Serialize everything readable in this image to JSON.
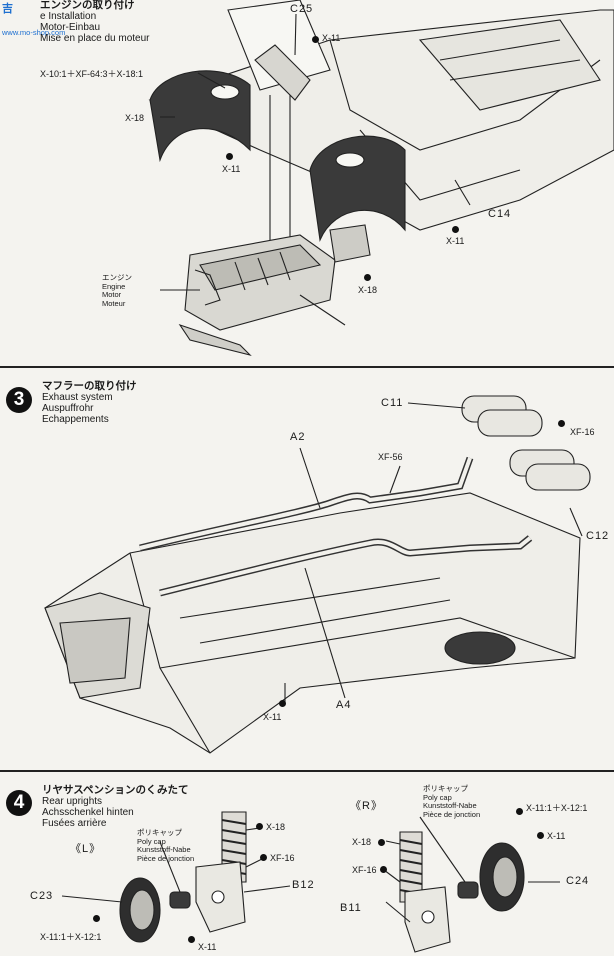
{
  "watermark": {
    "mark": "吉",
    "site": "www.mo-shop.com"
  },
  "step2": {
    "title_jp": "エンジンの取り付け",
    "title_en": "e Installation",
    "title_de": "Motor-Einbau",
    "title_fr": "Mise en place du moteur",
    "labels": {
      "c25": "C25",
      "x11_top": "X-11",
      "mix": "X-10:1＋XF-64:3＋X-18:1",
      "x18_left": "X-18",
      "x11_left": "X-11",
      "c14": "C14",
      "x11_right": "X-11",
      "x18_bottom": "X-18"
    },
    "engine_label": {
      "jp": "エンジン",
      "en": "Engine",
      "de": "Motor",
      "fr": "Moteur"
    }
  },
  "step3": {
    "number": "3",
    "title_jp": "マフラーの取り付け",
    "title_en": "Exhaust system",
    "title_de": "Auspuffrohr",
    "title_fr": "Echappements",
    "labels": {
      "c11": "C11",
      "xf16": "XF-16",
      "a2": "A2",
      "xf56": "XF-56",
      "c12": "C12",
      "a4": "A4",
      "x11": "X-11"
    }
  },
  "step4": {
    "number": "4",
    "title_jp": "リヤサスペンションのくみたて",
    "title_en": "Rear uprights",
    "title_de": "Achsschenkel hinten",
    "title_fr": "Fusées arrière",
    "left_marker": "《L》",
    "right_marker": "《R》",
    "polycap_left": {
      "jp": "ポリキャップ",
      "en": "Poly cap",
      "de": "Kunststoff-Nabe",
      "fr": "Pièce de jonction"
    },
    "polycap_right": {
      "jp": "ポリキャップ",
      "en": "Poly cap",
      "de": "Kunststoff-Nabe",
      "fr": "Pièce de jonction"
    },
    "labels": {
      "x18_l": "X-18",
      "xf16_l": "XF-16",
      "b12": "B12",
      "c23": "C23",
      "mix_l": "X-11:1＋X-12:1",
      "x11_l": "X-11",
      "mix_r": "X-11:1＋X-12:1",
      "x11_r": "X-11",
      "x18_r": "X-18",
      "xf16_r": "XF-16",
      "c24": "C24",
      "b11": "B11"
    }
  }
}
